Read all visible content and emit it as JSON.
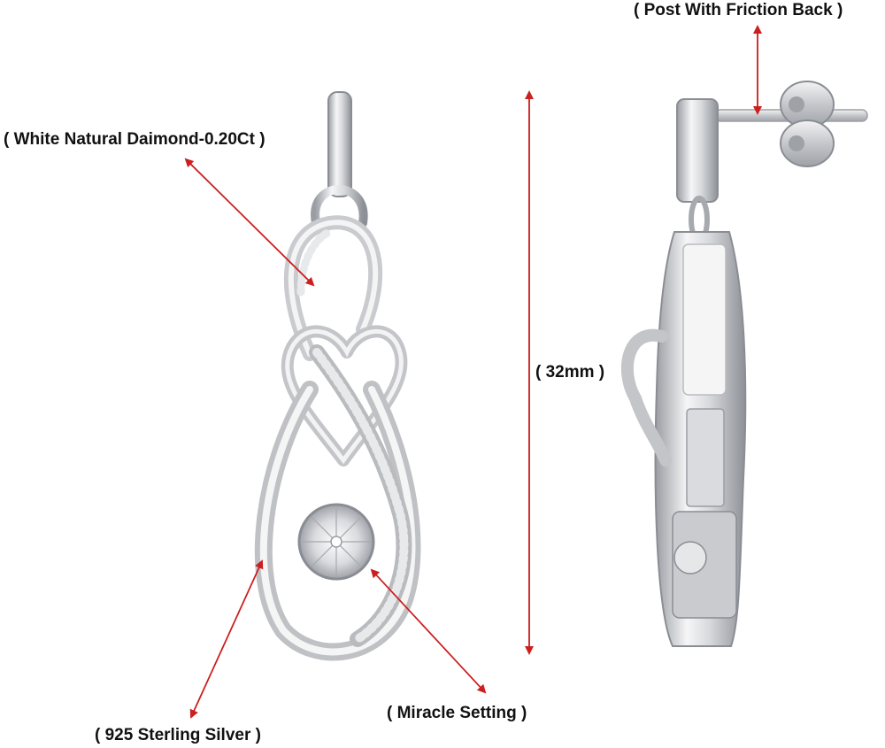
{
  "labels": {
    "post": "( Post With Friction Back )",
    "diamond": "( White Natural Daimond-0.20Ct )",
    "size": "( 32mm )",
    "miracle": "( Miracle Setting )",
    "silver": "( 925 Sterling Silver )"
  },
  "colors": {
    "arrow": "#cc1f1f",
    "metal_light": "#f4f4f5",
    "metal_mid": "#c9cbcf",
    "metal_dark": "#8a8d93",
    "text": "#111111"
  }
}
